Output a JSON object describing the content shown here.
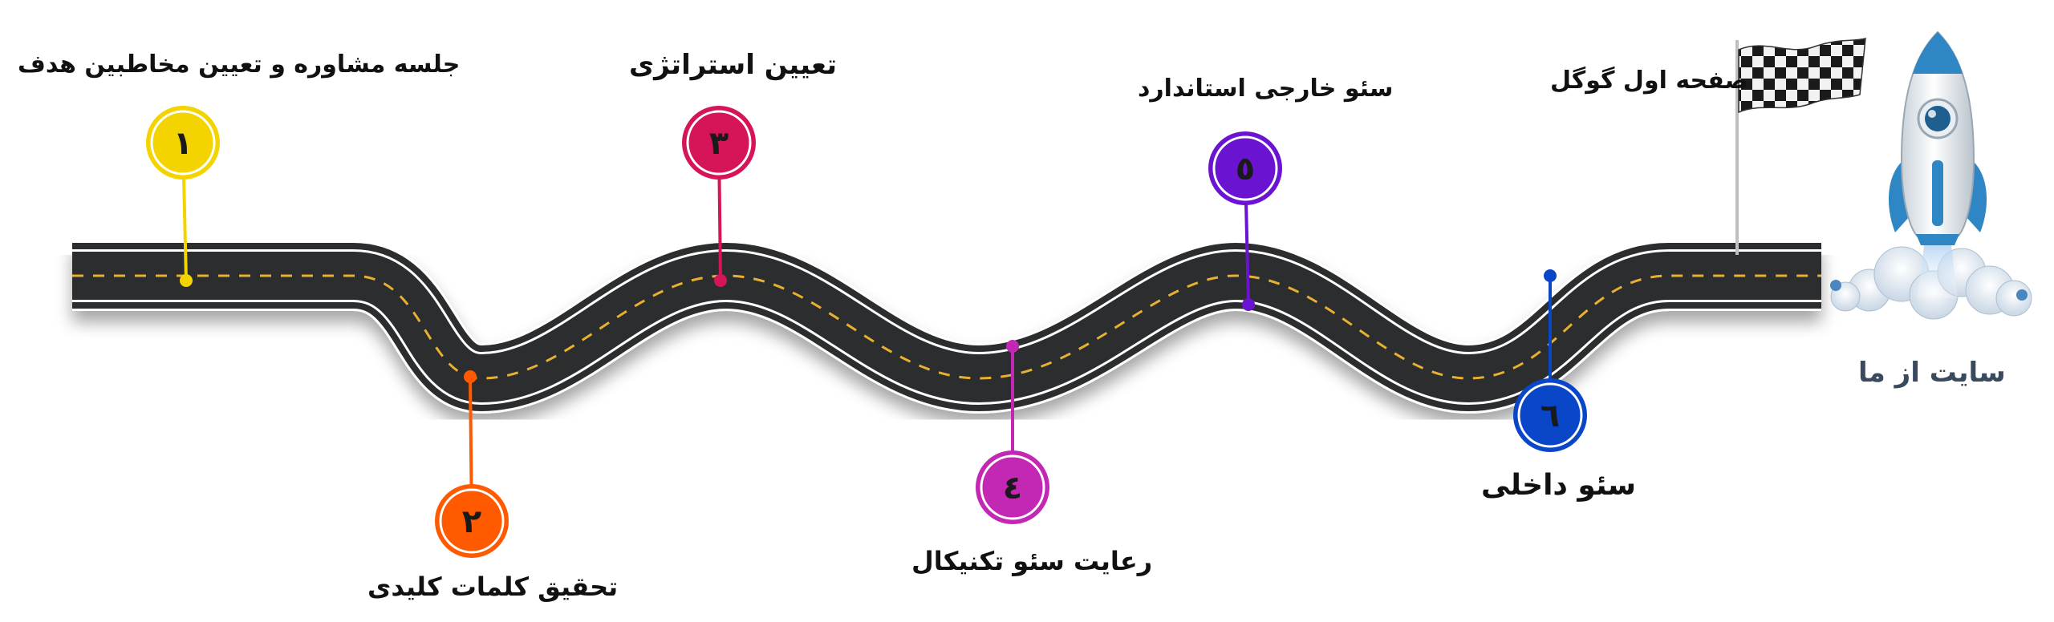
{
  "steps": [
    {
      "number": "١",
      "label": "جلسه مشاوره و تعیین مخاطبین هدف",
      "color": "#f4d400"
    },
    {
      "number": "٢",
      "label": "تحقیق کلمات کلیدی",
      "color": "#ff5a00"
    },
    {
      "number": "٣",
      "label": "تعیین استراتژی",
      "color": "#d6145a"
    },
    {
      "number": "٤",
      "label": "رعایت سئو تکنیکال",
      "color": "#c328b4"
    },
    {
      "number": "٥",
      "label": "سئو خارجی استاندارد",
      "color": "#6a14d2"
    },
    {
      "number": "٦",
      "label": "سئو داخلی",
      "color": "#0a46c8"
    }
  ],
  "finish_label": "صفحه اول گوگل",
  "start_label": "سایت از ما",
  "colors": {
    "road": "#2b2d2e",
    "road_edge": "#ffffff",
    "lane": "#e8b030",
    "rocket": "#2f86c4"
  },
  "icons": [
    "checkered-flag-icon",
    "rocket-icon"
  ]
}
